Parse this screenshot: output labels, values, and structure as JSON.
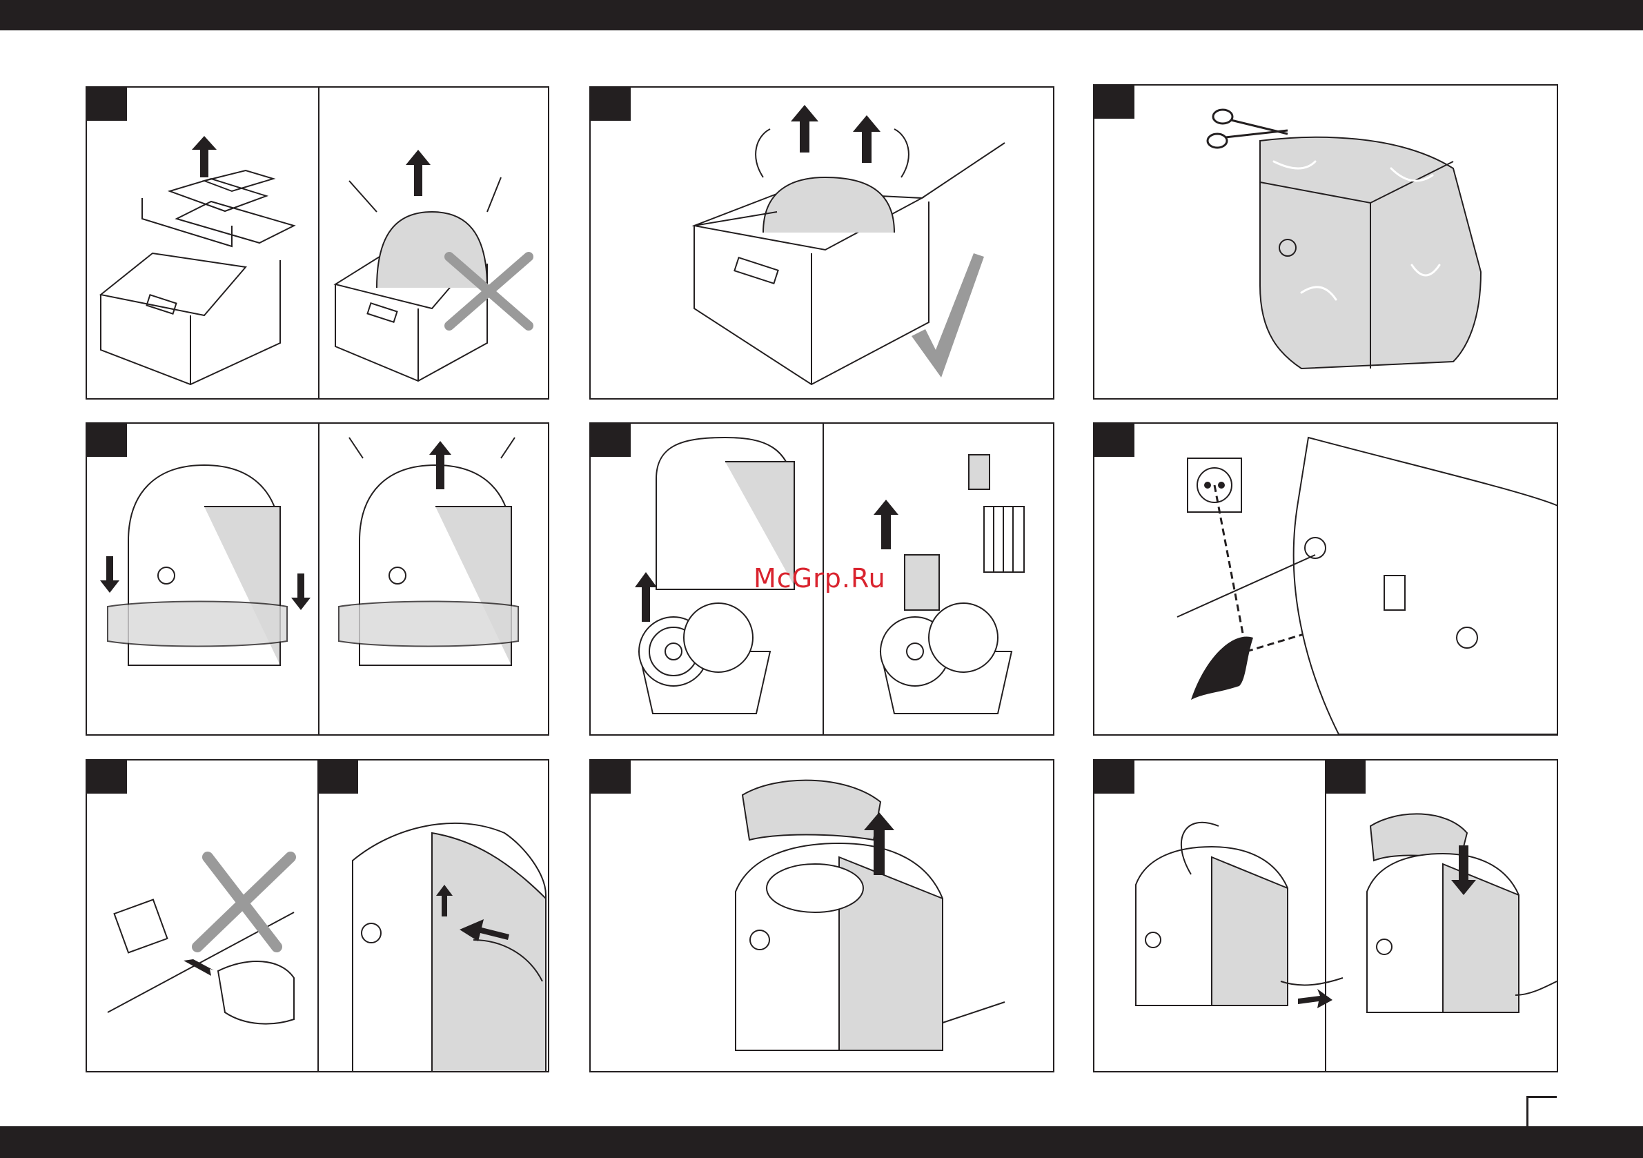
{
  "watermark": {
    "text": "McGrp.Ru"
  },
  "colors": {
    "ink": "#231f20",
    "gray_fill": "#d9d9d9",
    "cross_gray": "#9a9a9a",
    "watermark_red": "#d9232e"
  },
  "steps": [
    {
      "id": "unpack-box-lift-insert",
      "icons": [
        "arrow-up-icon",
        "box-icon",
        "cross-icon"
      ]
    },
    {
      "id": "lift-unit-out-of-box",
      "icons": [
        "arrow-up-icon",
        "box-icon",
        "checkmark-icon"
      ]
    },
    {
      "id": "cut-plastic-bag",
      "icons": [
        "scissors-icon",
        "humidifier-icon"
      ]
    },
    {
      "id": "remove-foam-ring",
      "icons": [
        "arrow-down-icon",
        "arrow-up-icon",
        "humidifier-icon"
      ]
    },
    {
      "id": "remove-evaporator-discs",
      "icons": [
        "arrow-up-icon",
        "disc-stack-icon",
        "filter-cartridge-icon"
      ]
    },
    {
      "id": "check-voltage-label",
      "icons": [
        "wall-socket-icon",
        "eye-icon"
      ]
    },
    {
      "id": "unplug-and-open",
      "icons": [
        "wall-socket-icon",
        "cross-icon",
        "arrow-icon"
      ]
    },
    {
      "id": "remove-top-cover",
      "icons": [
        "arrow-up-icon",
        "lid-icon",
        "plug-icon"
      ]
    },
    {
      "id": "reassemble-and-connect",
      "icons": [
        "arrow-down-icon",
        "lid-icon",
        "plug-icon"
      ]
    }
  ]
}
